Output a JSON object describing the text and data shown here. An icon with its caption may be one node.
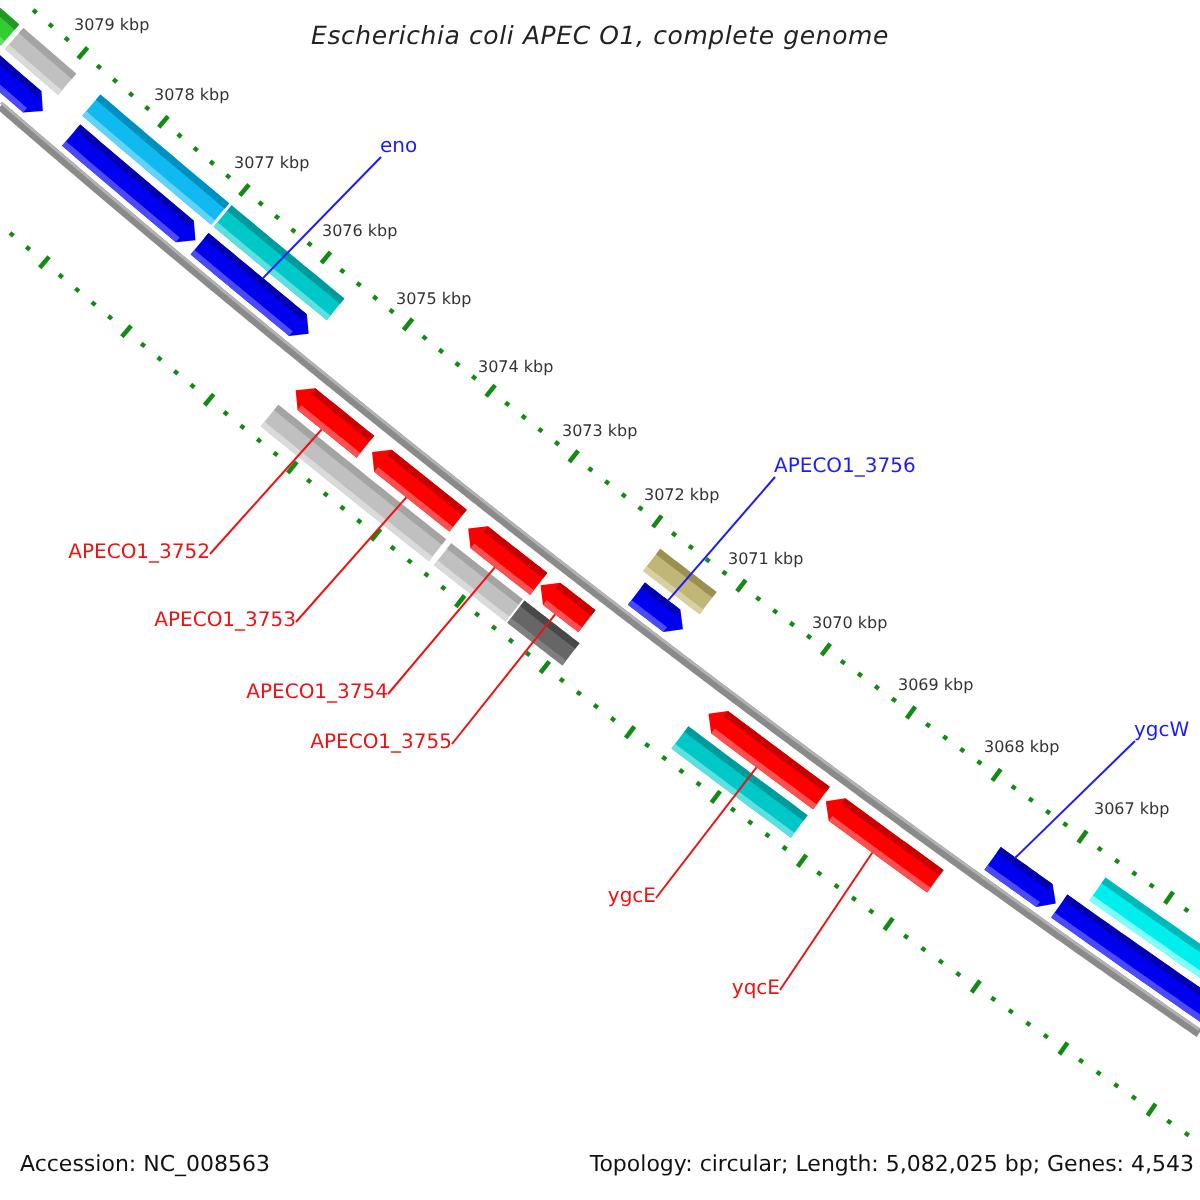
{
  "diagram": {
    "title": "Escherichia coli APEC O1, complete genome",
    "nodes": [
      {
        "text": [
          "eno"
        ]
      },
      {
        "text": [
          "APECO1_3756"
        ]
      },
      {
        "text": [
          "APECO1_3752"
        ]
      },
      {
        "text": [
          "APECO1_3753"
        ]
      },
      {
        "text": [
          "APECO1_3754"
        ]
      },
      {
        "text": [
          "ygcW"
        ]
      },
      {
        "text": [
          "APECO1_3755"
        ]
      },
      {
        "text": [
          "ygcE"
        ]
      },
      {
        "text": [
          "yqcE"
        ]
      },
      {
        "text": [],
        "shape": "bar"
      },
      {
        "text": [],
        "shape": "bar"
      },
      {
        "text": [],
        "shape": "arrow"
      },
      {
        "text": [],
        "shape": "bar"
      },
      {
        "text": [],
        "shape": "arrow"
      },
      {
        "text": [],
        "shape": "bar"
      },
      {
        "text": [],
        "shape": "arrow"
      },
      {
        "text": [],
        "shape": "arrow"
      },
      {
        "text": [],
        "shape": "bar"
      },
      {
        "text": [],
        "shape": "arrow"
      },
      {
        "text": [],
        "shape": "arrow"
      },
      {
        "text": [],
        "shape": "bar"
      },
      {
        "text": [],
        "shape": "bar"
      },
      {
        "text": [],
        "shape": "arrow"
      },
      {
        "text": [],
        "shape": "arrow"
      },
      {
        "text": [],
        "shape": "bar"
      },
      {
        "text": [],
        "shape": "arrow"
      },
      {
        "text": [],
        "shape": "bar"
      },
      {
        "text": [],
        "shape": "arrow"
      },
      {
        "text": [],
        "shape": "arrow"
      },
      {
        "text": [],
        "shape": "bar"
      },
      {
        "text": [],
        "shape": "arrow"
      }
    ],
    "edges": [
      {
        "from": 0,
        "to": 15,
        "arrow": "none",
        "color": "#1a1aff"
      },
      {
        "from": 1,
        "to": 23,
        "arrow": "none",
        "color": "#1a1aff"
      },
      {
        "from": 2,
        "to": 16,
        "arrow": "none"
      },
      {
        "from": 3,
        "to": 18,
        "arrow": "none"
      },
      {
        "from": 4,
        "to": 19,
        "arrow": "none"
      },
      {
        "from": 5,
        "to": 28,
        "arrow": "none",
        "color": "#1a1aff"
      },
      {
        "from": 6,
        "to": 22,
        "arrow": "none"
      },
      {
        "from": 7,
        "to": 25,
        "arrow": "none"
      },
      {
        "from": 8,
        "to": 27,
        "arrow": "none"
      }
    ],
    "labels": [
      "3079 kbp",
      "3078 kbp",
      "3077 kbp",
      "3076 kbp",
      "3075 kbp",
      "3074 kbp",
      "3073 kbp",
      "3072 kbp",
      "3071 kbp",
      "3070 kbp",
      "3069 kbp",
      "3068 kbp",
      "3067 kbp",
      "Accession: NC_008563",
      "Topology: circular; Length: 5,082,025 bp; Genes: 4,543"
    ]
  }
}
